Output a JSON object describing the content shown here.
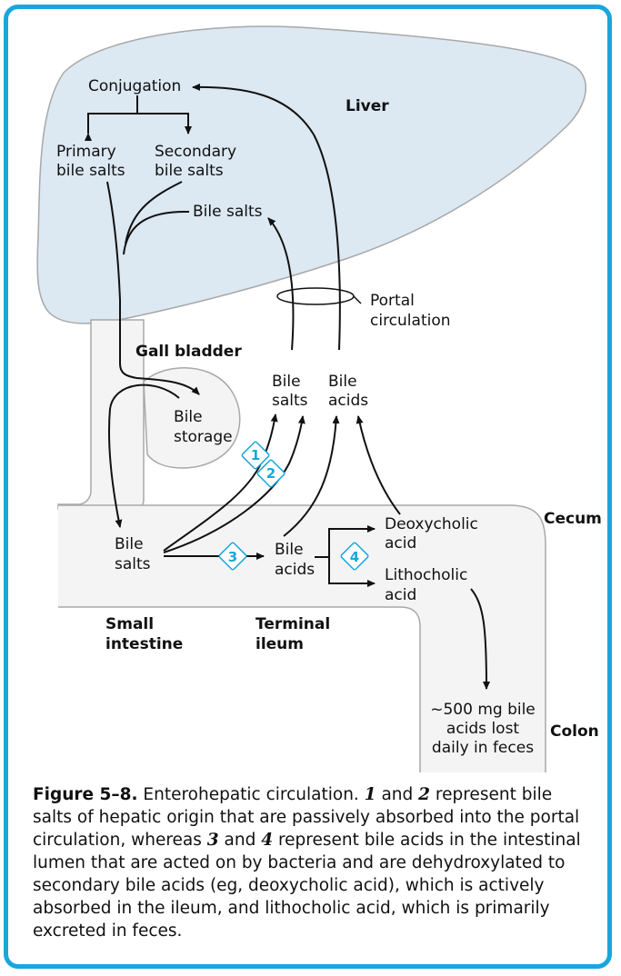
{
  "diagram": {
    "regions": {
      "liver": "Liver",
      "gall_bladder": "Gall bladder",
      "cecum": "Cecum",
      "colon": "Colon",
      "small_intestine": [
        "Small",
        "intestine"
      ],
      "terminal_ileum": [
        "Terminal",
        "ileum"
      ]
    },
    "nodes": {
      "conjugation": "Conjugation",
      "primary_bile_salts": [
        "Primary",
        "bile salts"
      ],
      "secondary_bile_salts": [
        "Secondary",
        "bile salts"
      ],
      "liver_bile_salts": "Bile salts",
      "portal_circulation": [
        "Portal",
        "circulation"
      ],
      "portal_bile_salts": [
        "Bile",
        "salts"
      ],
      "portal_bile_acids": [
        "Bile",
        "acids"
      ],
      "bile_storage": [
        "Bile",
        "storage"
      ],
      "intestine_bile_salts": [
        "Bile",
        "salts"
      ],
      "ileum_bile_acids": [
        "Bile",
        "acids"
      ],
      "deoxycholic_acid": [
        "Deoxycholic",
        "acid"
      ],
      "lithocholic_acid": [
        "Lithocholic",
        "acid"
      ],
      "feces_loss": [
        "~500 mg bile",
        "acids lost",
        "daily in feces"
      ]
    },
    "steps": [
      "1",
      "2",
      "3",
      "4"
    ],
    "colors": {
      "border": "#1aa6dc",
      "liver_fill": "#dce8f2",
      "organ_fill": "#f4f4f4",
      "organ_stroke": "#a8a8a8",
      "step_badge": "#1aa6dc"
    }
  },
  "caption": {
    "figure_label": "Figure 5–8.",
    "t1": " Enterohepatic circulation. ",
    "n1": "1",
    "t2": " and ",
    "n2": "2",
    "t3": " represent bile salts of hepatic origin that are passively absorbed into the portal circulation, whereas ",
    "n3": "3",
    "t4": " and ",
    "n4": "4",
    "t5": " represent bile acids in the intestinal lumen that are acted on by bacteria and are dehydroxylated to secondary bile acids (eg, deoxycholic acid), which is actively absorbed in the ileum, and lithocholic acid, which is primarily excreted in feces."
  }
}
